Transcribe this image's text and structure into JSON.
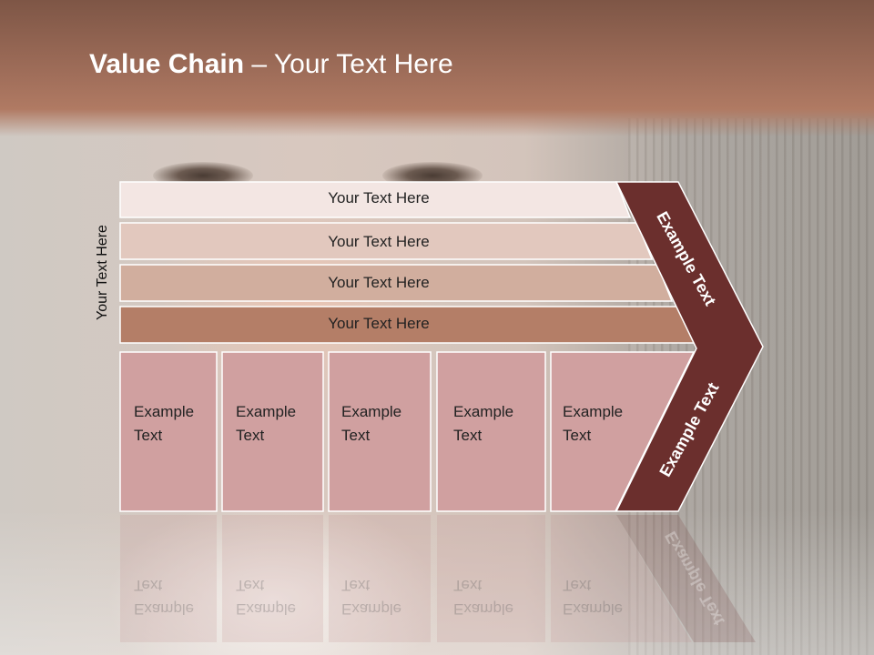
{
  "slide": {
    "title_bold": "Value Chain",
    "title_rest": " – Your Text Here",
    "side_label": "Your Text Here"
  },
  "rows": [
    {
      "label": "Your Text Here",
      "color": "#f3e6e3"
    },
    {
      "label": "Your Text Here",
      "color": "#e2c8be"
    },
    {
      "label": "Your Text Here",
      "color": "#d1ae9e"
    },
    {
      "label": "Your Text Here",
      "color": "#b47e67"
    }
  ],
  "boxes": [
    {
      "line1": "Example",
      "line2": "Text"
    },
    {
      "line1": "Example",
      "line2": "Text"
    },
    {
      "line1": "Example",
      "line2": "Text"
    },
    {
      "line1": "Example",
      "line2": "Text"
    },
    {
      "line1": "Example",
      "line2": "Text"
    }
  ],
  "chevron": {
    "upper_label": "Example Text",
    "lower_label": "Example Text",
    "color": "#6b2f2d",
    "box_color": "#d0a0a0"
  }
}
